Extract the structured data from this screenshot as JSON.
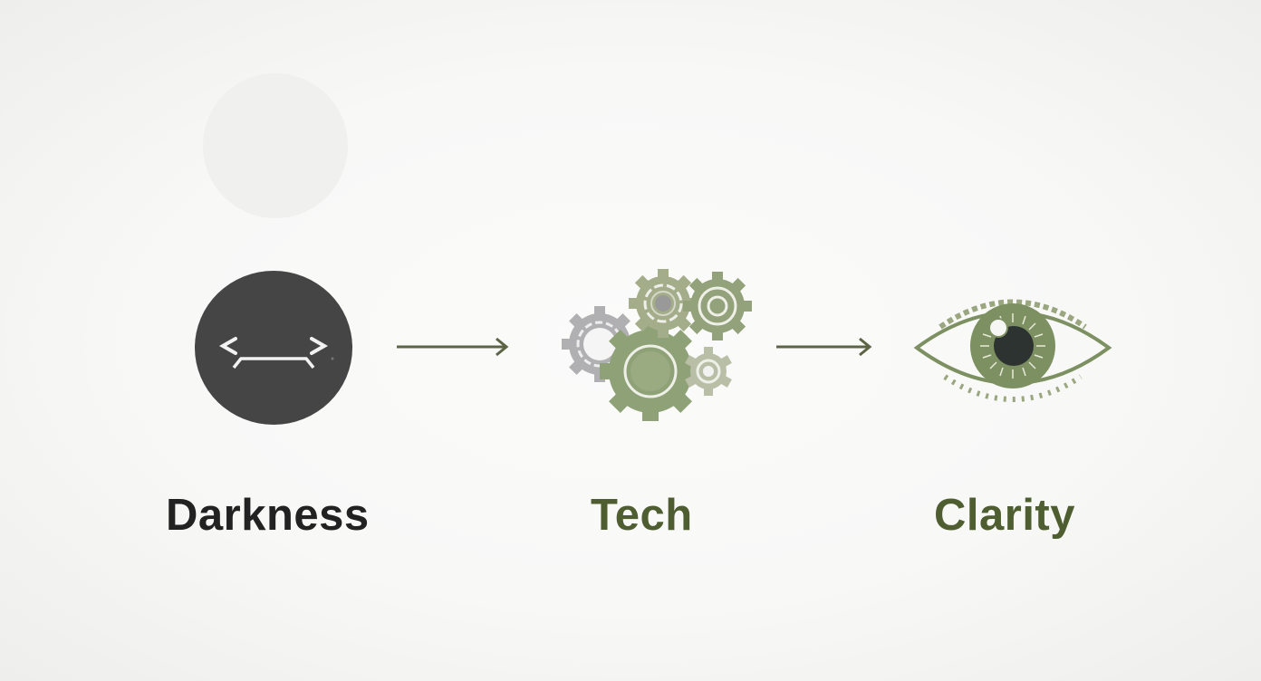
{
  "diagram": {
    "type": "process-flow",
    "steps": [
      {
        "label": "Darkness",
        "icon": "dark-face-circle-icon",
        "label_color": "#222222",
        "icon_color": "#454545"
      },
      {
        "label": "Tech",
        "icon": "gears-icon",
        "label_color": "#4e5e31",
        "icon_color": "#8fa277"
      },
      {
        "label": "Clarity",
        "icon": "eye-icon",
        "label_color": "#4e5e31",
        "icon_color": "#7d9062"
      }
    ],
    "connectors": [
      {
        "from": "Darkness",
        "to": "Tech",
        "icon": "arrow-right-icon",
        "color": "#5c6445"
      },
      {
        "from": "Tech",
        "to": "Clarity",
        "icon": "arrow-right-icon",
        "color": "#5c6445"
      }
    ]
  }
}
